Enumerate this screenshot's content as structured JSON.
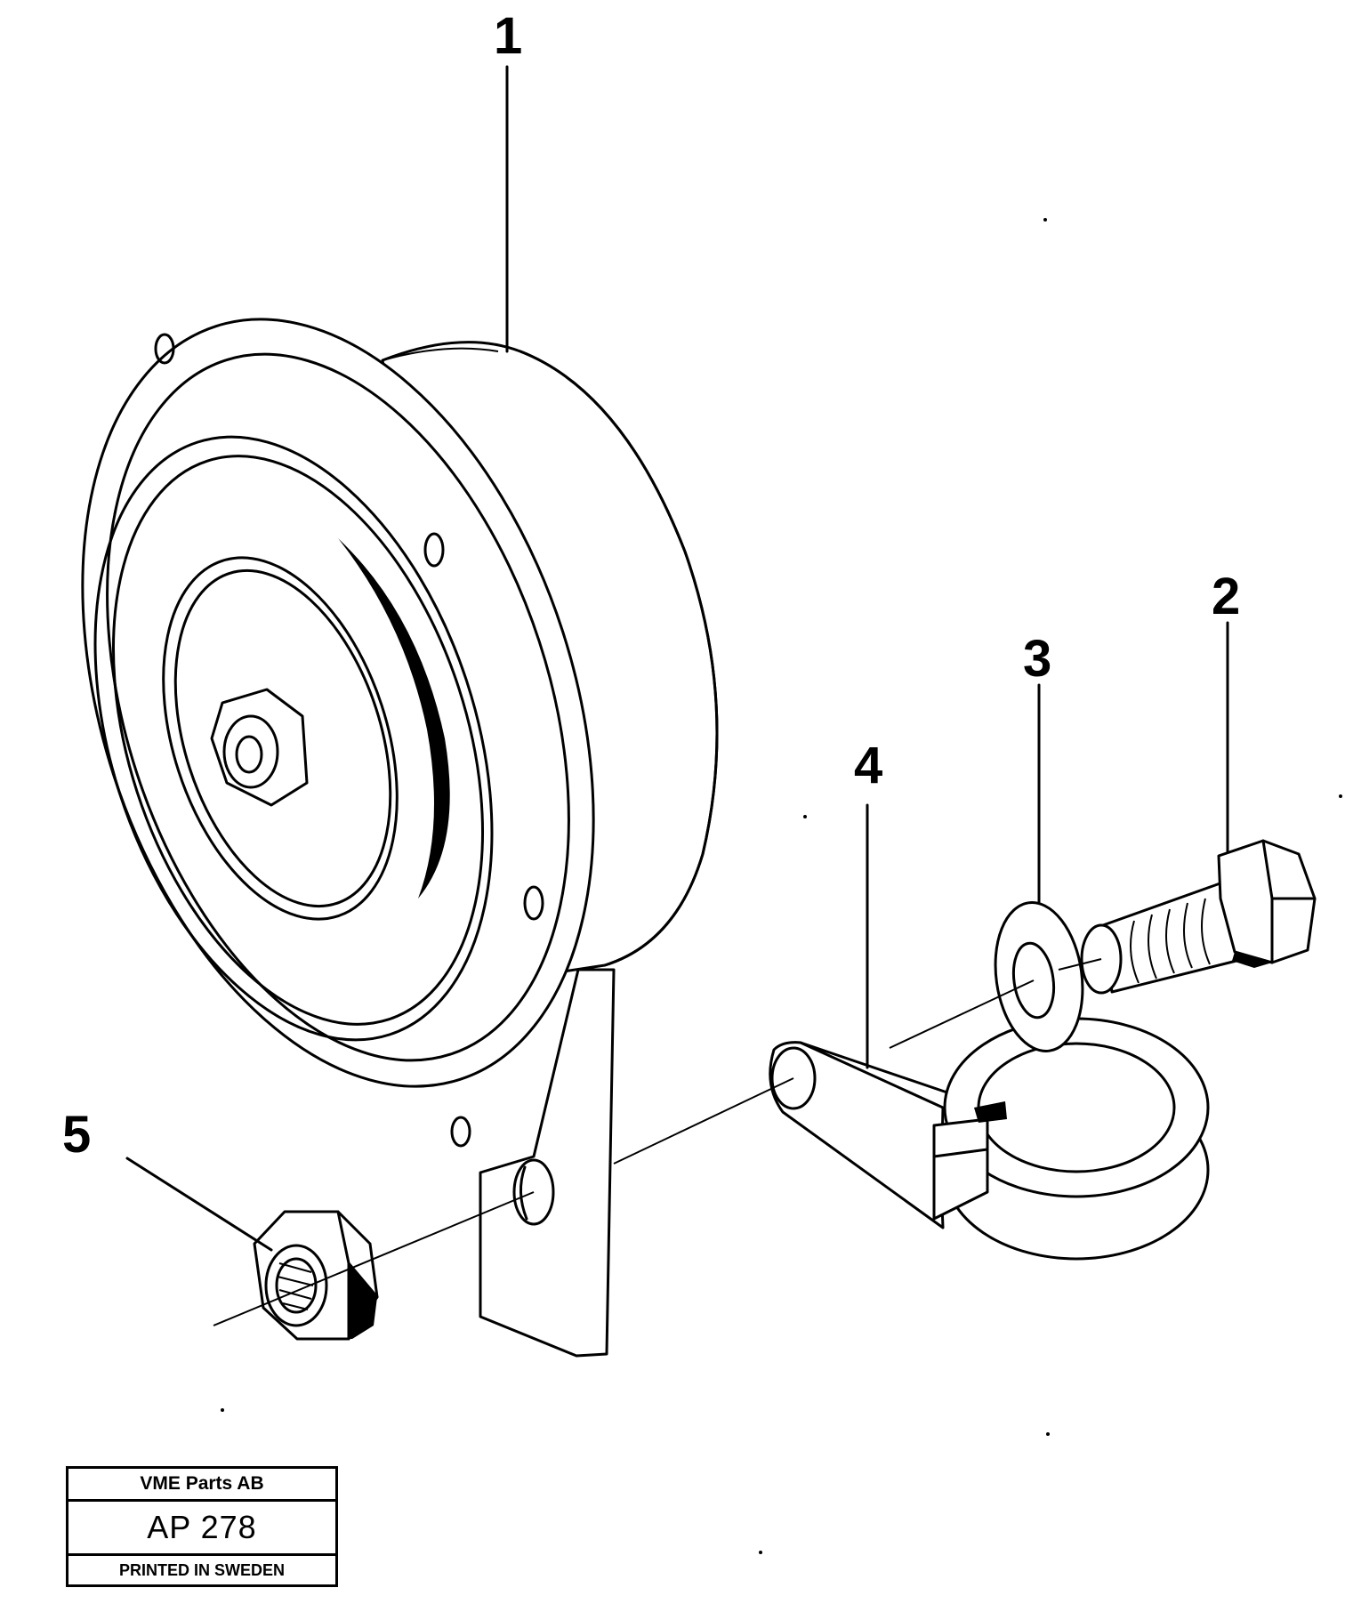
{
  "callouts": [
    {
      "id": "1",
      "label": "1"
    },
    {
      "id": "2",
      "label": "2"
    },
    {
      "id": "3",
      "label": "3"
    },
    {
      "id": "4",
      "label": "4"
    },
    {
      "id": "5",
      "label": "5"
    }
  ],
  "title_block": {
    "company": "VME Parts AB",
    "drawing_number": "AP 278",
    "printed": "PRINTED IN SWEDEN"
  }
}
